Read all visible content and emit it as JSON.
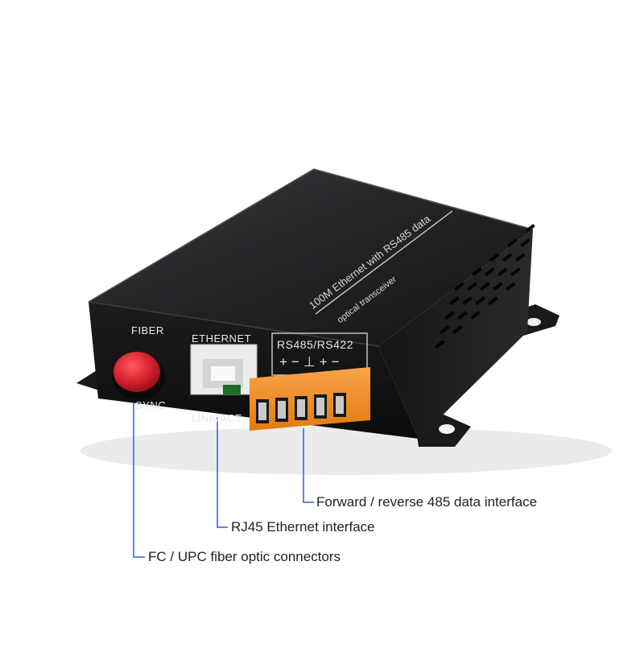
{
  "device": {
    "top_line1": "100M Ethernet with RS485 data",
    "top_line2": "optical  transceiver",
    "labels": {
      "fiber": "FIBER",
      "ethernet": "ETHERNET",
      "rs": "RS485/RS422",
      "terminal_signs": "+−⊥+−",
      "sync": "SYNC",
      "link": "LINK/ACT",
      "d2": "D2"
    }
  },
  "callouts": {
    "rs485": "Forward / reverse 485 data interface",
    "rj45": "RJ45 Ethernet interface",
    "fiber": "FC / UPC fiber optic connectors"
  },
  "colors": {
    "callout_line": "#2f5fd6",
    "fiber_cap": "#d41f2a",
    "terminal_block": "#f28a1e",
    "chassis": "#1b1b1d"
  }
}
